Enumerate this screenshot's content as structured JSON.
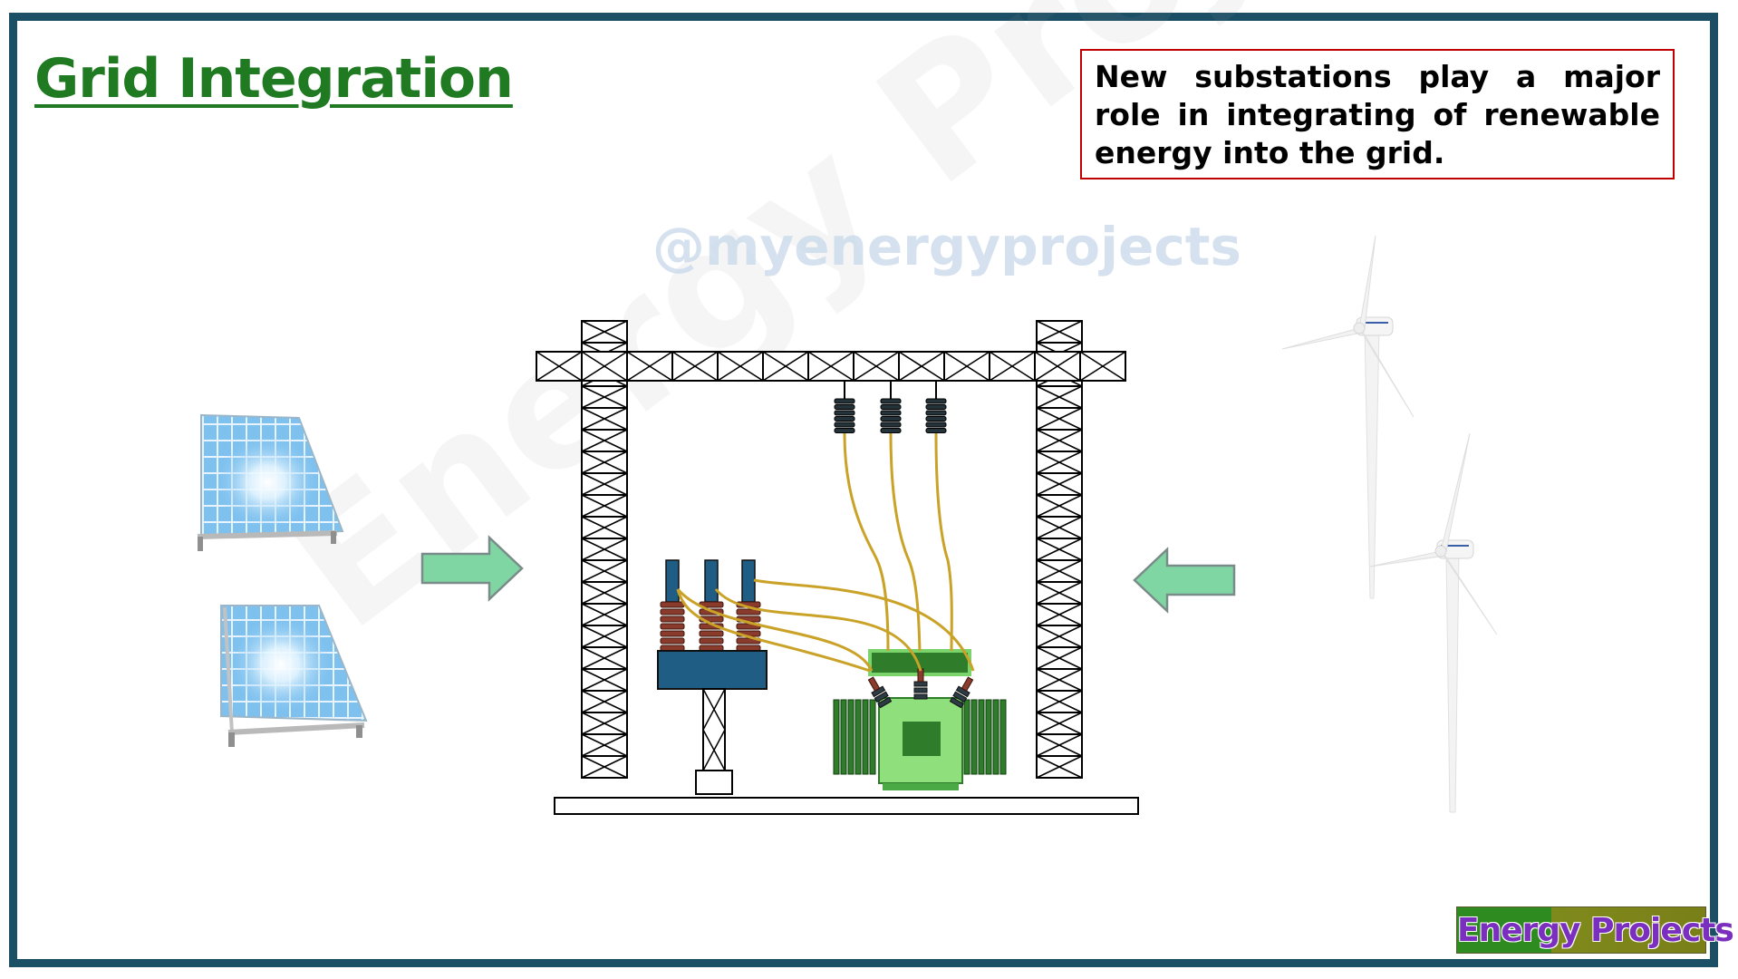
{
  "title": "Grid Integration",
  "callout": {
    "text": "New substations play a major role in integrating of renewable energy into the grid."
  },
  "watermarks": {
    "handle": "@myenergyprojects",
    "brand": "Energy Projects"
  },
  "logo": {
    "text": "Energy Projects"
  },
  "colors": {
    "frame": "#1b4f66",
    "title": "#1f7a22",
    "callout_border": "#c00000",
    "arrow_fill": "#7fd6a2",
    "arrow_stroke": "#7a8c8a",
    "breaker_blue": "#1f5d85",
    "insulator_brown": "#8b3b2b",
    "transformer_green": "#8fe07c",
    "radiator_green": "#2f7d2a",
    "cable_yellow": "#c9a227",
    "solar_blue": "#6fb3e6"
  },
  "icons": [
    "solar-panel-icon",
    "wind-turbine-icon",
    "transformer-icon",
    "circuit-breaker-icon",
    "lattice-tower-icon",
    "right-arrow-icon",
    "left-arrow-icon"
  ]
}
